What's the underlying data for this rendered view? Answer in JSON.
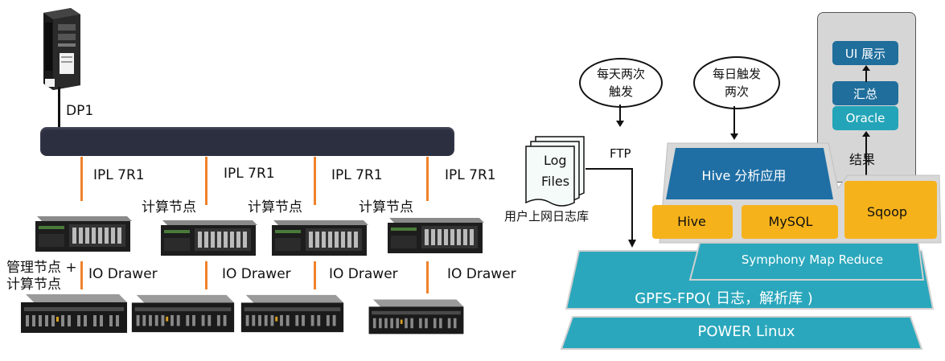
{
  "left": {
    "dp_label": "DP1",
    "ipl_labels": [
      "IPL 7R1",
      "IPL 7R1",
      "IPL 7R1",
      "IPL 7R1"
    ],
    "compute_labels": [
      "计算节点",
      "计算节点",
      "计算节点"
    ],
    "mgmt_label_line1": "管理节点 +",
    "mgmt_label_line2": "计算节点",
    "io_labels": [
      "IO Drawer",
      "IO Drawer",
      "IO Drawer",
      "IO Drawer"
    ]
  },
  "right": {
    "bubble1_line1": "每天两次",
    "bubble1_line2": "触发",
    "bubble2_line1": "每日触发",
    "bubble2_line2": "两次",
    "log_files_line1": "Log",
    "log_files_line2": "Files",
    "user_log_label": "用户上网日志库",
    "ftp_label": "FTP",
    "ui_box": "UI 展示",
    "summary_box": "汇总",
    "oracle_box": "Oracle",
    "result_label": "结果",
    "hive_app": "Hive 分析应用",
    "hive": "Hive",
    "mysql": "MySQL",
    "sqoop": "Sqoop",
    "symphony": "Symphony Map Reduce",
    "gpfs": "GPFS-FPO( 日志，解析库 )",
    "power": "POWER Linux"
  },
  "colors": {
    "orange_line": "#f0822a",
    "bus": "#2c2f40",
    "teal_layer": "#23a3b8",
    "hive_app_blue": "#1d6fa5",
    "yellow": "#f6b21b",
    "panel_gray": "#d5d5d5"
  }
}
